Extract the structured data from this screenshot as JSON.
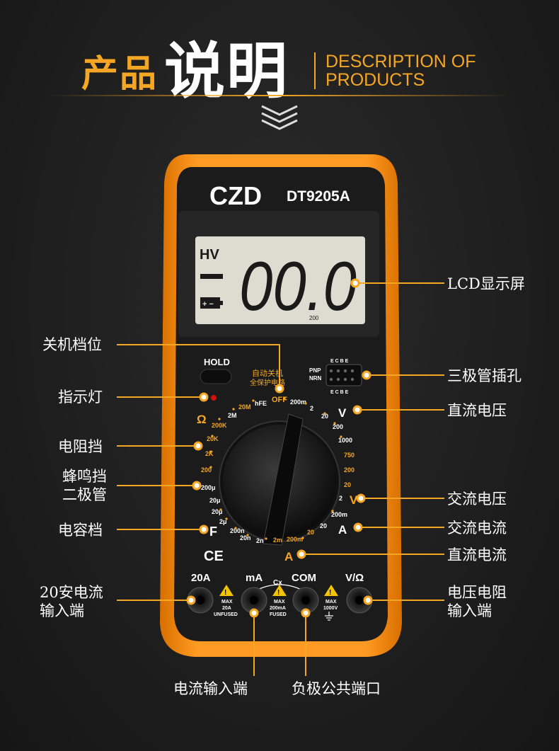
{
  "header": {
    "title_part1": "产品",
    "title_part2": "说明",
    "title_en_line1": "DESCRIPTION OF",
    "title_en_line2": "PRODUCTS"
  },
  "meter": {
    "brand": "CZD",
    "model": "DT9205A",
    "lcd": {
      "hv": "HV",
      "reading": "00.0",
      "range_small": "200"
    },
    "hold_label": "HOLD",
    "auto_off_line1": "自动关机",
    "auto_off_line2": "全保护电路",
    "off_label": "OFF",
    "pnp": "PNP",
    "nrn": "NRN",
    "ecbe": "E C B E",
    "symbols": {
      "ohm": "Ω",
      "dcv": "V",
      "acv": "V",
      "aca": "A",
      "dca": "A",
      "cap": "F",
      "ce": "CE"
    },
    "dial_labels": {
      "ohm": [
        "20M",
        "2M",
        "200K",
        "20K",
        "2K",
        "200"
      ],
      "hfe": "hFE",
      "dcv": [
        "200m",
        "2",
        "20",
        "200",
        "1000"
      ],
      "acv": [
        "750",
        "200",
        "20",
        "2"
      ],
      "aca": [
        "200m",
        "20"
      ],
      "dca": [
        "20",
        "200m",
        "2m"
      ],
      "cap": [
        "200μ",
        "20μ",
        "2μ",
        "200n",
        "20n",
        "2n",
        "20μ"
      ]
    },
    "ports": {
      "p20a": "20A",
      "pma": "mA",
      "pcom": "COM",
      "pvo": "V/Ω",
      "cx": "Cx",
      "w20a": [
        "MAX",
        "20A",
        "UNFUSED"
      ],
      "wma": [
        "MAX",
        "200mA",
        "FUSED"
      ],
      "wvo": [
        "MAX",
        "1000V"
      ]
    }
  },
  "callouts": {
    "lcd": "LCD显示屏",
    "off": "关机档位",
    "transistor": "三极管插孔",
    "indicator": "指示灯",
    "dcv": "直流电压",
    "resistance": "电阻挡",
    "buzzer_line1": "蜂鸣挡",
    "buzzer_line2": "二极管",
    "acv": "交流电压",
    "capacitance": "电容档",
    "aca": "交流电流",
    "dca": "直流电流",
    "in20a_line1": "20安电流",
    "in20a_line2": "输入端",
    "vohm_line1": "电压电阻",
    "vohm_line2": "输入端",
    "current_input": "电流输入端",
    "com": "负极公共端口"
  },
  "colors": {
    "accent": "#f5a623",
    "body_orange": "#f28a10",
    "panel": "#1a1a1a",
    "lcd_bg": "#dcdcd0"
  }
}
